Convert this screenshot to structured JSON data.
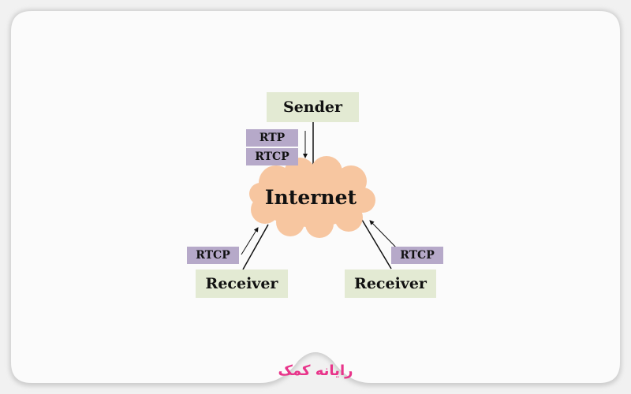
{
  "diagram": {
    "sender": "Sender",
    "internet": "Internet",
    "receiver_left": "Receiver",
    "receiver_right": "Receiver",
    "sender_protocols": [
      "RTP",
      "RTCP"
    ],
    "left_protocol": "RTCP",
    "right_protocol": "RTCP"
  },
  "brand": "رایانه کمک",
  "colors": {
    "node": "#e3ead3",
    "protocol": "#b6a9c9",
    "cloud": "#f7c6a0",
    "brand": "#e8348a"
  }
}
